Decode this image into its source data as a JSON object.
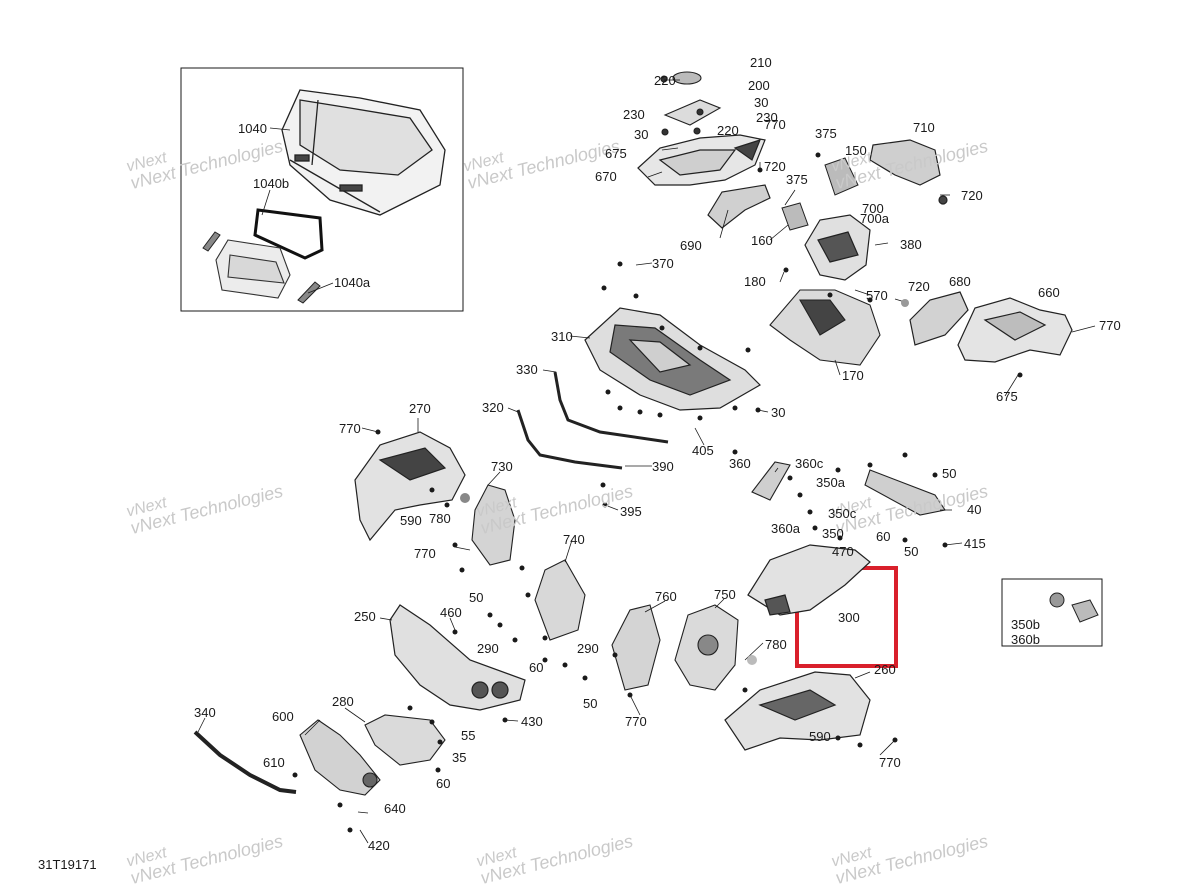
{
  "document_code": "31T19171",
  "watermark": {
    "line1": "vNext",
    "line2": "Technologies",
    "line3": "vNext Technologies"
  },
  "highlight_color": "#d9202b",
  "line_color": "#1a1a1a",
  "part_labels": {
    "p1040": "1040",
    "p1040b": "1040b",
    "p1040a": "1040a",
    "p210": "210",
    "p220a": "220",
    "p200": "200",
    "p30a": "30",
    "p230a": "230",
    "p230b": "230",
    "p30b": "30",
    "p220b": "220",
    "p770a": "770",
    "p675a": "675",
    "p670": "670",
    "p720a": "720",
    "p690": "690",
    "p375a": "375",
    "p150": "150",
    "p710": "710",
    "p720b": "720",
    "p375b": "375",
    "p160": "160",
    "p700": "700",
    "p700a": "700a",
    "p380": "380",
    "p370": "370",
    "p180": "180",
    "p570": "570",
    "p720c": "720",
    "p680": "680",
    "p660": "660",
    "p770b": "770",
    "p310": "310",
    "p170": "170",
    "p675b": "675",
    "p330": "330",
    "p320": "320",
    "p30c": "30",
    "p405": "405",
    "p390": "390",
    "p270": "270",
    "p770c": "770",
    "p730": "730",
    "p590a": "590",
    "p780a": "780",
    "p395": "395",
    "p360": "360",
    "p360c": "360c",
    "p350a": "350a",
    "p50a": "50",
    "p40": "40",
    "p350c": "350c",
    "p360a": "360a",
    "p350": "350",
    "p60a": "60",
    "p50b": "50",
    "p415": "415",
    "p770d": "770",
    "p470": "470",
    "p740": "740",
    "p300": "300",
    "p350b": "350b",
    "p360b": "360b",
    "p250": "250",
    "p460": "460",
    "p50c": "50",
    "p760": "760",
    "p750": "750",
    "p290a": "290",
    "p290b": "290",
    "p780b": "780",
    "p60b": "60",
    "p260": "260",
    "p50d": "50",
    "p770e": "770",
    "p590b": "590",
    "p770f": "770",
    "p340": "340",
    "p280": "280",
    "p600": "600",
    "p430": "430",
    "p55": "55",
    "p35": "35",
    "p610": "610",
    "p60c": "60",
    "p640": "640",
    "p420": "420"
  }
}
